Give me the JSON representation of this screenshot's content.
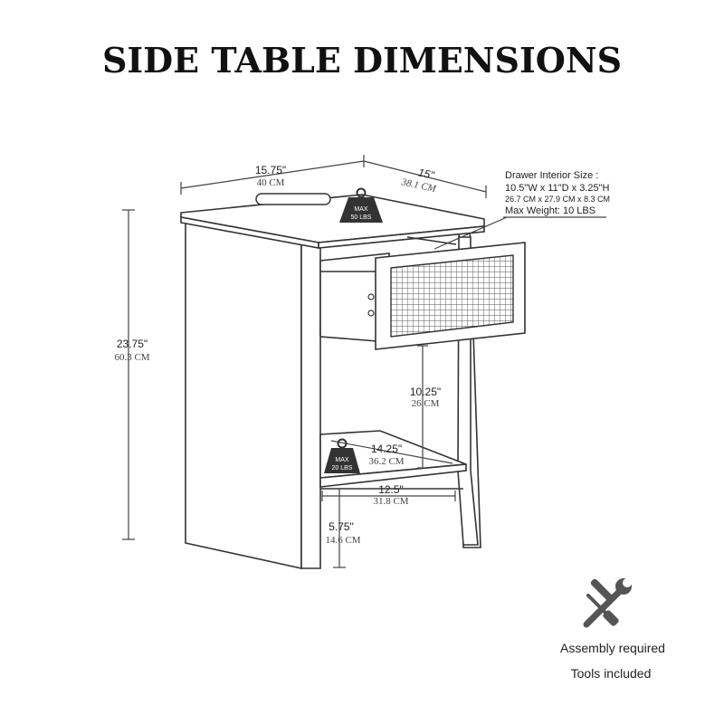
{
  "title": "SIDE TABLE DIMENSIONS",
  "dimensions": {
    "width": {
      "in": "15.75\"",
      "cm": "40 CM"
    },
    "depth": {
      "in": "15\"",
      "cm": "38.1 CM"
    },
    "height": {
      "in": "23.75\"",
      "cm": "60.3 CM"
    },
    "shelf_gap": {
      "in": "10.25\"",
      "cm": "26 CM"
    },
    "shelf_depth": {
      "in": "14.25\"",
      "cm": "36.2 CM"
    },
    "shelf_width": {
      "in": "12.5\"",
      "cm": "31.8 CM"
    },
    "leg_height": {
      "in": "5.75\"",
      "cm": "14.6 CM"
    }
  },
  "drawer": {
    "label": "Drawer Interior Size :",
    "size_in": "10.5\"W x 11\"D x 3.25\"H",
    "size_cm": "26.7 CM x 27.9 CM x 8.3 CM",
    "max_weight": "Max Weight: 10 LBS"
  },
  "weights": {
    "top": {
      "line1": "MAX",
      "line2": "50 LBS"
    },
    "shelf": {
      "line1": "MAX",
      "line2": "20 LBS"
    }
  },
  "notes": {
    "icon": "wrench-screwdriver-icon",
    "assembly": "Assembly required",
    "tools": "Tools included"
  }
}
